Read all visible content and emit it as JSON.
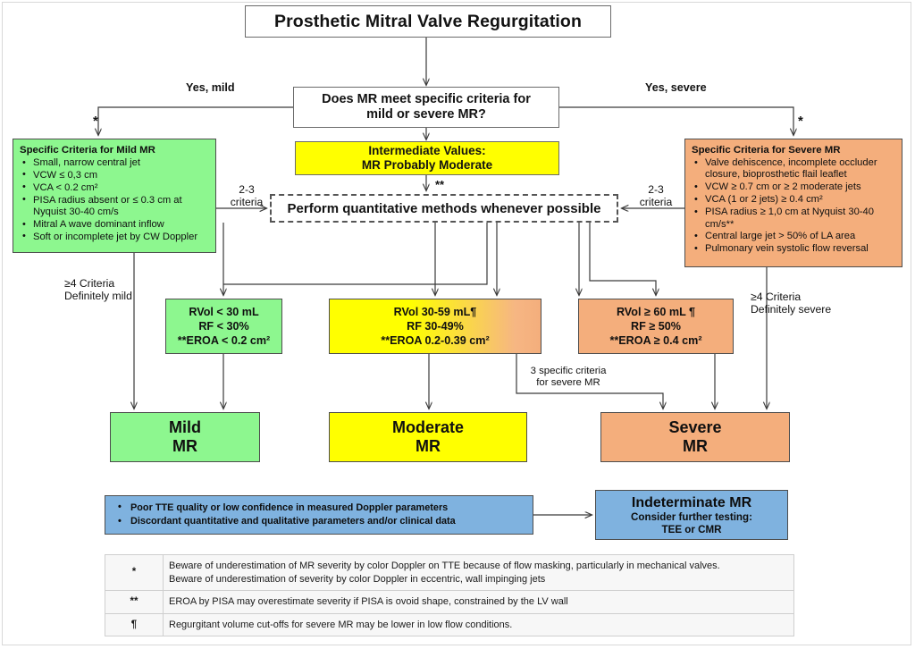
{
  "title": "Prosthetic Mitral Valve Regurgitation",
  "decision": "Does MR  meet specific criteria for\nmild or severe MR?",
  "intermediate": "Intermediate Values:\nMR Probably Moderate",
  "quantitative": "Perform quantitative methods  whenever possible",
  "edge_labels": {
    "yes_mild": "Yes, mild",
    "yes_severe": "Yes, severe",
    "criteria_left": "2-3\ncriteria",
    "criteria_right": "2-3\ncriteria",
    "definitely_mild": "≥4 Criteria\nDefinitely mild",
    "definitely_severe": "≥4 Criteria\nDefinitely severe",
    "three_specific": "3 specific criteria\nfor severe MR",
    "asterisk_left": "*",
    "asterisk_right": "*",
    "double_asterisk": "**"
  },
  "mild_criteria": {
    "heading": "Specific Criteria for Mild MR",
    "items": [
      "Small, narrow central jet",
      "VCW ≤ 0,3 cm",
      "VCA < 0.2 cm²",
      "PISA radius absent or ≤ 0.3 cm at Nyquist 30-40 cm/s",
      "Mitral A wave dominant inflow",
      "Soft or incomplete jet by CW Doppler"
    ]
  },
  "severe_criteria": {
    "heading": "Specific Criteria for Severe MR",
    "items": [
      "Valve dehiscence, incomplete occluder closure, bioprosthetic flail leaflet",
      "VCW ≥ 0.7 cm or ≥ 2 moderate jets",
      "VCA (1 or 2 jets) ≥ 0.4 cm²",
      "PISA radius ≥ 1,0 cm at Nyquist 30-40 cm/s**",
      "Central large jet > 50% of LA area",
      "Pulmonary vein systolic flow reversal"
    ]
  },
  "results": {
    "mild": {
      "rvol": "RVol < 30 mL",
      "rf": "RF < 30%",
      "eroa": "**EROA < 0.2 cm²"
    },
    "moderate": {
      "rvol": "RVol 30-59 mL¶",
      "rf": "RF 30-49%",
      "eroa": "**EROA 0.2-0.39 cm²"
    },
    "severe": {
      "rvol": "RVol ≥ 60 mL ¶",
      "rf": "RF ≥ 50%",
      "eroa": "**EROA ≥ 0.4  cm²"
    }
  },
  "outcomes": {
    "mild": "Mild\nMR",
    "moderate": "Moderate\nMR",
    "severe": "Severe\nMR"
  },
  "indeterminate": {
    "reasons": [
      "Poor TTE quality or low confidence in measured Doppler parameters",
      "Discordant quantitative and qualitative parameters and/or clinical data"
    ],
    "heading": "Indeterminate MR",
    "sub1": "Consider further testing:",
    "sub2": "TEE or CMR"
  },
  "footnotes": [
    {
      "symbol": "*",
      "text": "Beware of underestimation of MR severity by color Doppler on TTE because of flow masking, particularly in mechanical valves.\nBeware of  underestimation of severity by color Doppler in eccentric, wall impinging jets"
    },
    {
      "symbol": "**",
      "text": "EROA by PISA may overestimate severity if PISA is ovoid shape, constrained by the LV wall"
    },
    {
      "symbol": "¶",
      "text": "Regurgitant volume cut-offs for severe MR may be lower in low flow conditions."
    }
  ],
  "colors": {
    "mild_green": "#8df78f",
    "moderate_yellow": "#ffff00",
    "severe_orange": "#f4ae7c",
    "indeterminate_blue": "#7fb2df",
    "line": "#404040"
  }
}
